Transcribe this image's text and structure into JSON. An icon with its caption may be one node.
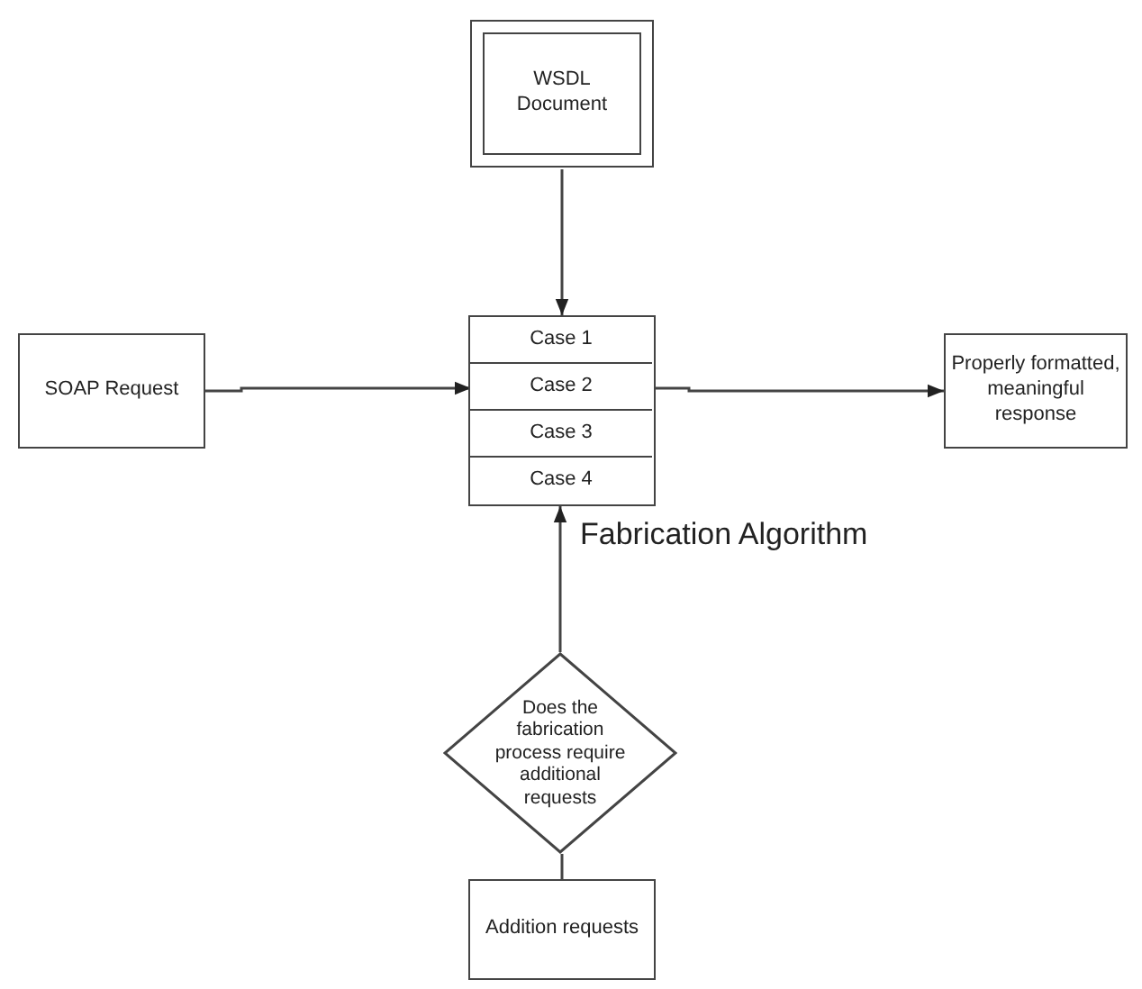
{
  "diagram": {
    "nodes": [
      {
        "text": [
          "WSDL Document"
        ]
      },
      {
        "text": [],
        "shape": "box",
        "beside": [
          "Fabrication Algorithm"
        ]
      },
      {
        "text": [
          "Case 1"
        ],
        "in": 1
      },
      {
        "text": [
          "Case 2"
        ],
        "in": 1
      },
      {
        "text": [
          "Case 3"
        ],
        "in": 1
      },
      {
        "text": [
          "Case 4"
        ],
        "in": 1
      },
      {
        "text": [
          "SOAP Request"
        ]
      },
      {
        "text": [
          "Properly formatted, meaningful response"
        ]
      },
      {
        "text": [
          "Does the fabrication process require additional requests"
        ]
      },
      {
        "text": [
          "Addition requests"
        ]
      }
    ],
    "edges": [
      {
        "from": 0,
        "to": 1,
        "arrow": "to"
      },
      {
        "from": 6,
        "to": 3,
        "arrow": "to"
      },
      {
        "from": 3,
        "to": 7,
        "arrow": "to"
      },
      {
        "from": 8,
        "to": 1,
        "arrow": "to"
      },
      {
        "from": 9,
        "to": 8,
        "arrow": "none"
      }
    ]
  }
}
